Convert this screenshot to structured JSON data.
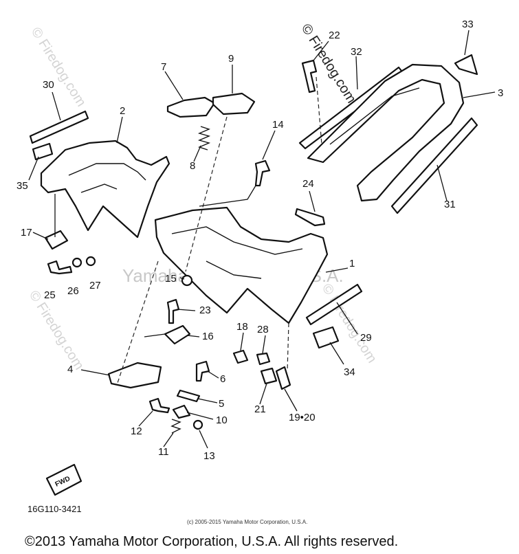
{
  "watermark": "Yamaha Motor Corp, U.S.A.",
  "site_watermark": "© Firedog.com",
  "diagram_code": "16G110-3421",
  "fwd_label": "FWD",
  "small_copyright": "(c) 2005-2015 Yamaha Motor Corporation, U.S.A.",
  "footer_copyright": "©2013 Yamaha Motor Corporation, U.S.A. All rights reserved.",
  "callouts": {
    "c1": "1",
    "c2": "2",
    "c3": "3",
    "c4": "4",
    "c5": "5",
    "c6": "6",
    "c7": "7",
    "c8": "8",
    "c9": "9",
    "c10": "10",
    "c11": "11",
    "c12": "12",
    "c13": "13",
    "c14": "14",
    "c15": "15",
    "c16": "16",
    "c17": "17",
    "c18": "18",
    "c19_20": "19•20",
    "c21": "21",
    "c22": "22",
    "c23": "23",
    "c24": "24",
    "c25": "25",
    "c26": "26",
    "c27": "27",
    "c28": "28",
    "c29": "29",
    "c30": "30",
    "c31": "31",
    "c32": "32",
    "c33": "33",
    "c34": "34",
    "c35": "35"
  }
}
